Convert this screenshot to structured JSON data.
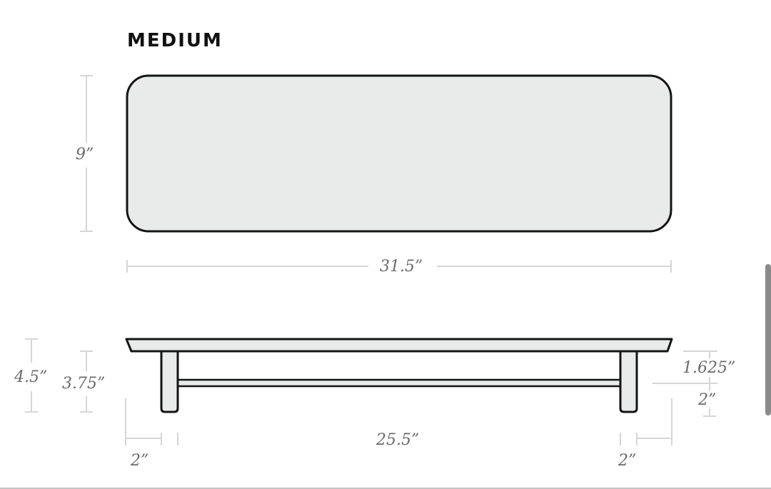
{
  "title": "MEDIUM",
  "colors": {
    "outline": "#141414",
    "fill": "#e9eaea",
    "dimension_line": "#d6d6d6",
    "dimension_text": "#6a6a6a",
    "scrollbar": "#8a8a8a"
  },
  "top_view": {
    "width_label": "31.5”",
    "depth_label": "9”"
  },
  "front_view": {
    "total_height_label": "4.5”",
    "leg_height_label": "3.75”",
    "top_thickness_label": "1.625”",
    "stretcher_height_label": "2”",
    "leg_span_label": "25.5”",
    "left_overhang_label": "2”",
    "right_overhang_label": "2”"
  }
}
